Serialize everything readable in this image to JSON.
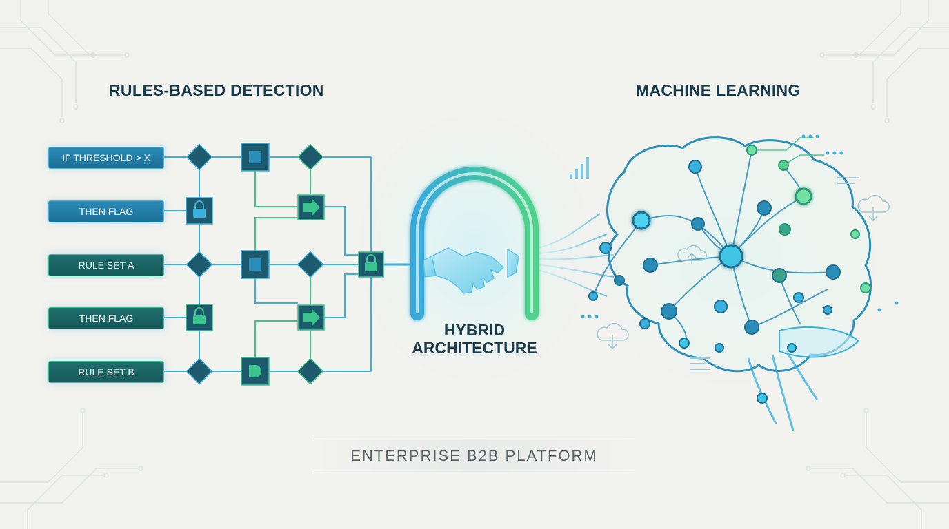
{
  "sections": {
    "left_title": "RULES-BASED DETECTION",
    "right_title": "MACHINE LEARNING"
  },
  "rules": [
    {
      "label": "IF THRESHOLD > X",
      "variant": "blue"
    },
    {
      "label": "THEN FLAG",
      "variant": "blue"
    },
    {
      "label": "RULE SET A",
      "variant": "teal"
    },
    {
      "label": "THEN FLAG",
      "variant": "teal"
    },
    {
      "label": "RULE SET B",
      "variant": "teal"
    }
  ],
  "hub": {
    "line1": "HYBRID",
    "line2": "ARCHITECTURE",
    "icon": "handshake-icon"
  },
  "footer": {
    "label": "ENTERPRISE B2B PLATFORM"
  },
  "colors": {
    "navy": "#163a4a",
    "node": "#1e5a6e",
    "blue_line": "#3ab0de",
    "green_line": "#3cc48e",
    "accent_blue": "#2a8db8",
    "accent_green": "#1f6f6e"
  }
}
